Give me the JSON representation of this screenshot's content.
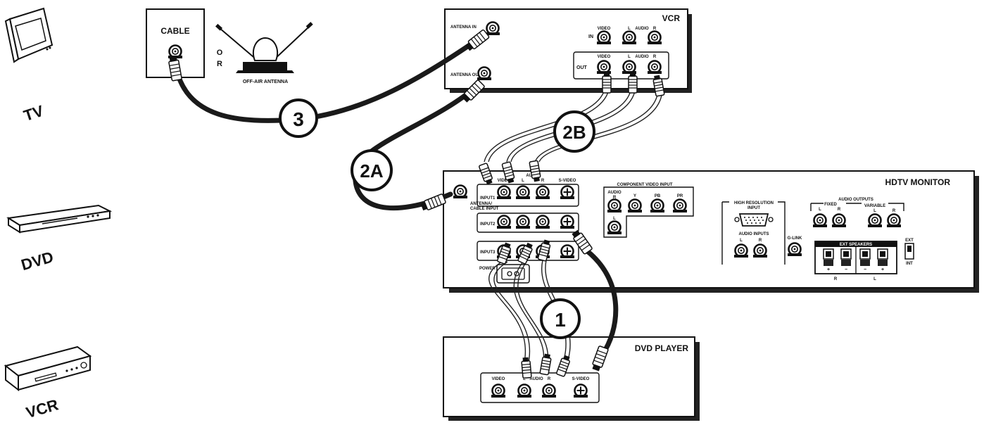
{
  "sidebar": {
    "items": [
      {
        "label": "TV",
        "icon": "tv-icon"
      },
      {
        "label": "DVD",
        "icon": "dvd-player-icon"
      },
      {
        "label": "VCR",
        "icon": "vcr-icon"
      }
    ]
  },
  "sources": {
    "cable_label": "CABLE",
    "or_label_1": "O",
    "or_label_2": "R",
    "antenna_label": "OFF-AIR ANTENNA"
  },
  "vcr": {
    "title": "VCR",
    "antenna_in": "ANTENNA IN",
    "antenna_out": "ANTENNA OUT",
    "in_label": "IN",
    "out_label": "OUT",
    "video": "VIDEO",
    "l": "L",
    "audio": "AUDIO",
    "r": "R"
  },
  "hdtv": {
    "title": "HDTV MONITOR",
    "antenna_cable_input_1": "ANTENNA/",
    "antenna_cable_input_2": "CABLE INPUT",
    "input1": "INPUT1",
    "input2": "INPUT2",
    "input3": "INPUT3",
    "video": "VIDEO",
    "l": "L",
    "audio": "AUDIO",
    "r": "R",
    "s_video": "S-VIDEO",
    "power": "POWER",
    "component_title": "COMPONENT VIDEO INPUT",
    "comp_audio": "AUDIO",
    "comp_r": "R",
    "comp_l": "L",
    "comp_y": "Y",
    "comp_pb": "PB",
    "comp_pr": "PR",
    "high_res_1": "HIGH RESOLUTION",
    "high_res_2": "INPUT",
    "audio_inputs": "AUDIO INPUTS",
    "ai_l": "L",
    "ai_r": "R",
    "g_link": "G-LINK",
    "audio_outputs": "AUDIO OUTPUTS",
    "fixed": "FIXED",
    "variable": "VARIABLE",
    "ao_l": "L",
    "ao_r": "R",
    "ext_speakers": "EXT SPEAKERS",
    "sp_r": "R",
    "sp_l": "L",
    "plus": "+",
    "minus": "−",
    "ext": "EXT",
    "int": "INT"
  },
  "dvd": {
    "title": "DVD PLAYER",
    "video": "VIDEO",
    "l": "L",
    "audio": "AUDIO",
    "r": "R",
    "s_video": "S-VIDEO"
  },
  "callouts": {
    "c1": "1",
    "c2a": "2A",
    "c2b": "2B",
    "c3": "3"
  }
}
